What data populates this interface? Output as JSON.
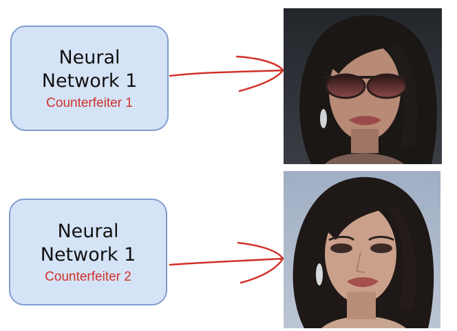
{
  "diagram": {
    "boxes": [
      {
        "title_line1": "Neural",
        "title_line2": "Network 1",
        "subtitle": "Counterfeiter 1"
      },
      {
        "title_line1": "Neural",
        "title_line2": "Network 1",
        "subtitle": "Counterfeiter 2"
      }
    ]
  },
  "colors": {
    "box_fill": "#d5e3f6",
    "box_border": "#7f9ccf",
    "subtitle_text": "#d0312a",
    "arrow": "#d0312a"
  }
}
